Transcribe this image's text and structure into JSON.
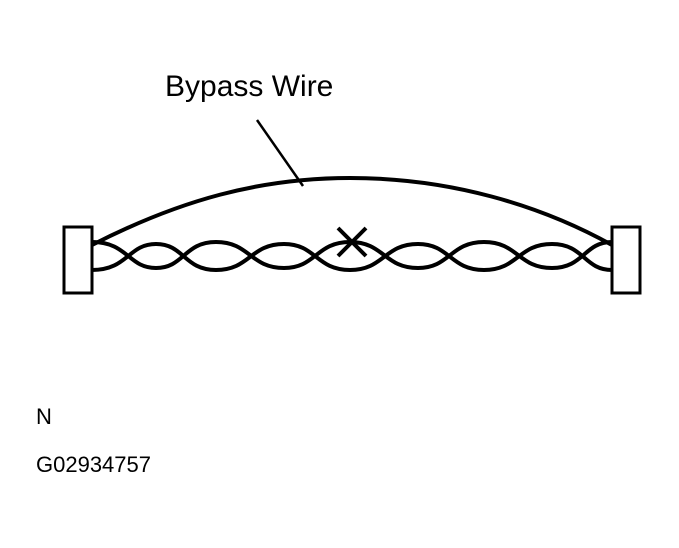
{
  "diagram": {
    "callout_label": "Bypass Wire",
    "footer_letter": "N",
    "figure_code": "G02934757",
    "colors": {
      "line": "#000000",
      "background": "#ffffff"
    },
    "marks": {
      "break_mark_icon": "x-mark-icon",
      "connectors": [
        "left-connector",
        "right-connector"
      ]
    }
  }
}
